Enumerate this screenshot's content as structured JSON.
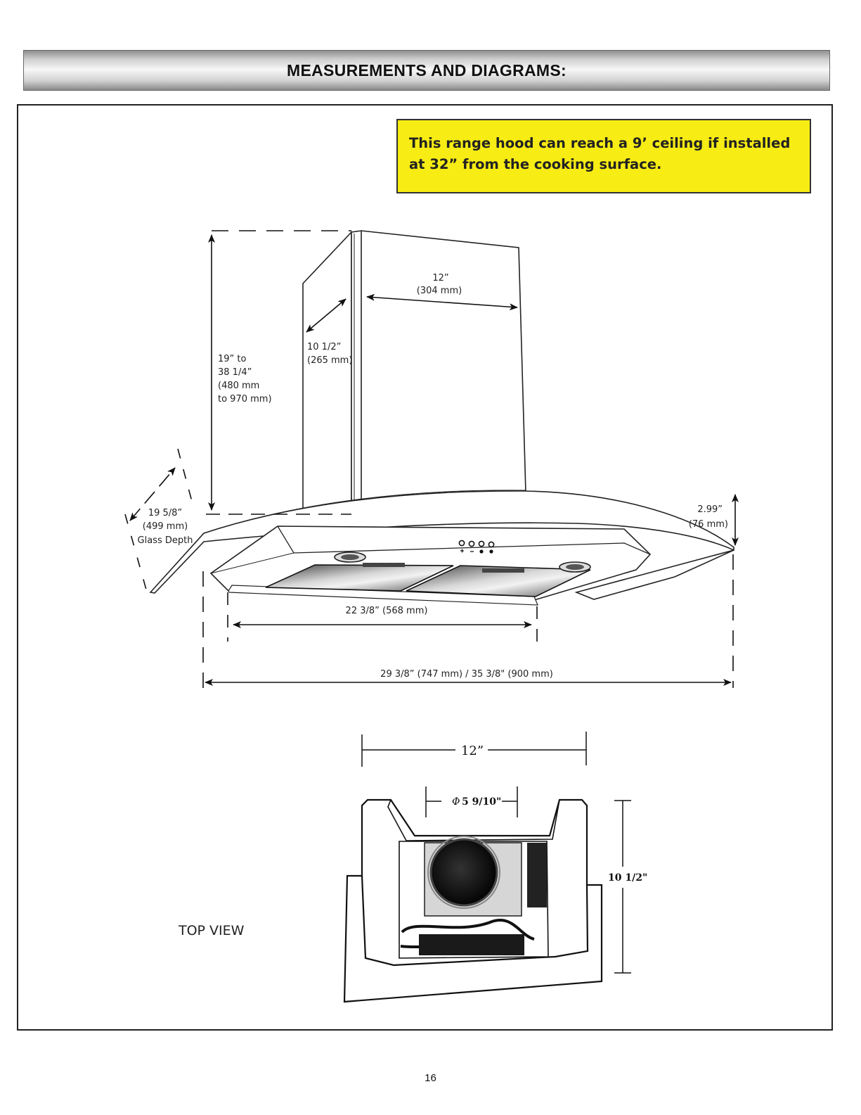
{
  "header": {
    "title": "MEASUREMENTS AND DIAGRAMS:"
  },
  "callout": {
    "text": "This range hood can reach a 9’ ceiling if installed at 32” from the cooking surface."
  },
  "front_view": {
    "chimney_width": {
      "in": "12”",
      "mm": "(304 mm)"
    },
    "chimney_depth": {
      "in": "10 1/2”",
      "mm": "(265 mm)"
    },
    "chimney_height": {
      "line1": "19” to",
      "line2": "38 1/4”",
      "line3": "(480 mm",
      "line4": "to 970 mm)"
    },
    "glass_depth": {
      "in": "19 5/8”",
      "mm": "(499 mm)",
      "label": "Glass Depth"
    },
    "canopy_height": {
      "in": "2.99”",
      "mm": "(76 mm)"
    },
    "filter_width": "22 3/8” (568 mm)",
    "overall_width": "29 3/8” (747 mm) / 35 3/8\" (900 mm)"
  },
  "top_view": {
    "label": "TOP VIEW",
    "width": "12”",
    "duct_diameter": "5 9/10\"",
    "depth": "10 1/2\"",
    "diameter_symbol": "Φ"
  },
  "footer": {
    "page_number": "16"
  }
}
